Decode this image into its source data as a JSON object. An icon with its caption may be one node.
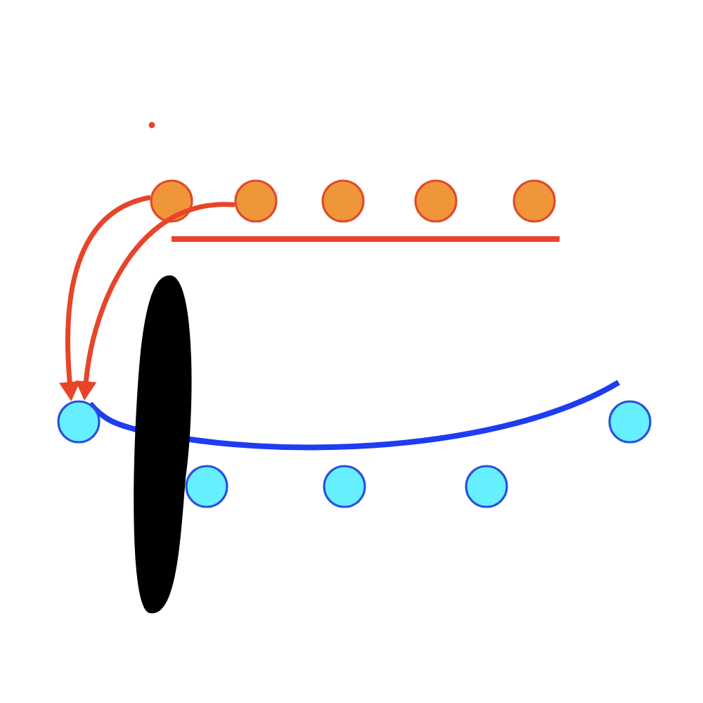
{
  "diagram": {
    "nodes": [
      {
        "text": [],
        "shape": "circle"
      },
      {
        "text": [],
        "shape": "circle"
      },
      {
        "text": [],
        "shape": "circle"
      },
      {
        "text": [],
        "shape": "circle"
      },
      {
        "text": [],
        "shape": "circle"
      },
      {
        "text": [],
        "shape": "circle"
      },
      {
        "text": [],
        "shape": "circle"
      },
      {
        "text": [],
        "shape": "circle"
      },
      {
        "text": [],
        "shape": "circle"
      },
      {
        "text": [],
        "shape": "circle"
      }
    ],
    "edges": [
      {
        "from": 0,
        "to": 5,
        "arrow": "to"
      },
      {
        "from": 1,
        "to": 5,
        "arrow": "to"
      }
    ]
  }
}
